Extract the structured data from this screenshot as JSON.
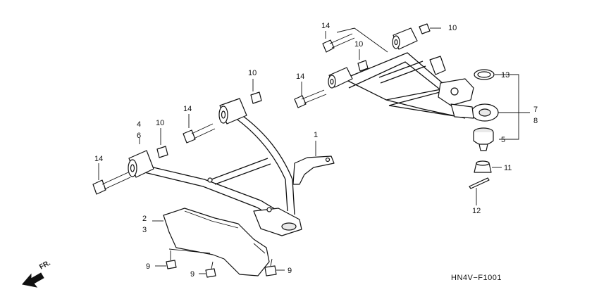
{
  "diagram": {
    "catalog_code": "HN4V−F1001",
    "direction_marker": "FR.",
    "callouts": {
      "c1": "1",
      "c2": "2",
      "c3": "3",
      "c4": "4",
      "c5": "5",
      "c6": "6",
      "c7": "7",
      "c8": "8",
      "c9a": "9",
      "c9b": "9",
      "c9c": "9",
      "c10a": "10",
      "c10b": "10",
      "c10c": "10",
      "c10d": "10",
      "c11": "11",
      "c12": "12",
      "c13": "13",
      "c14a": "14",
      "c14b": "14",
      "c14c": "14",
      "c14d": "14"
    }
  }
}
